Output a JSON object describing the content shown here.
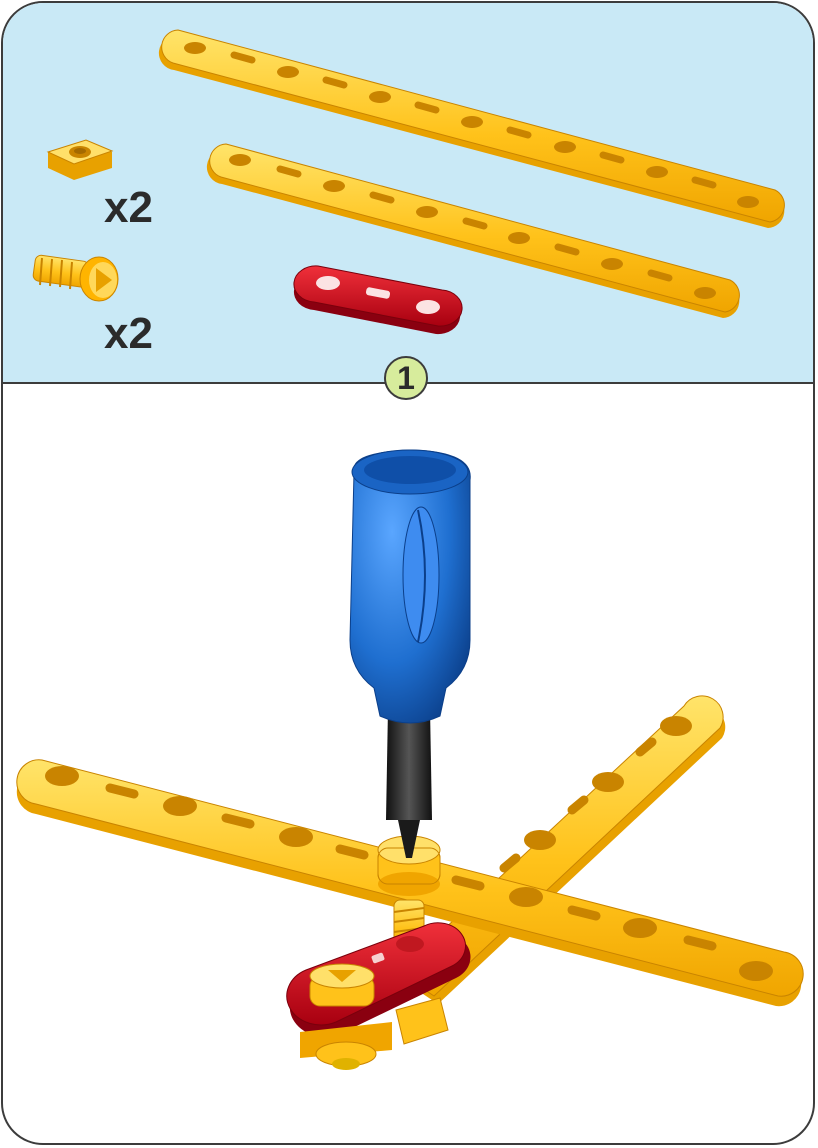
{
  "parts": {
    "nut_quantity": "x2",
    "screw_quantity": "x2"
  },
  "step": {
    "number": "1"
  },
  "colors": {
    "parts_background": "#c9e9f6",
    "strip_yellow": "#ffc21a",
    "strip_shadow": "#e8a100",
    "link_red": "#d5121c",
    "screwdriver_blue": "#1f6fd0",
    "step_badge": "#d7ec9c",
    "outline": "#3c3c3c"
  }
}
